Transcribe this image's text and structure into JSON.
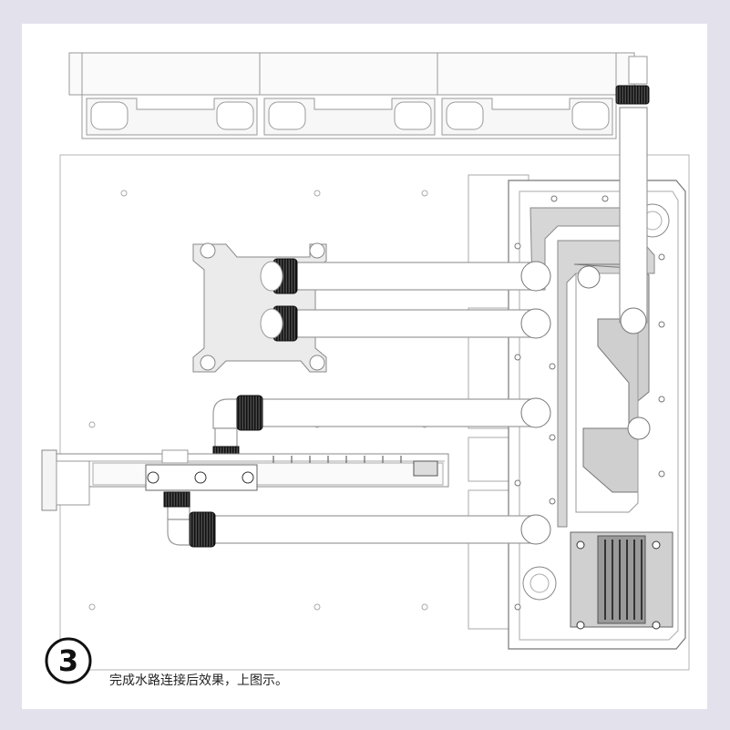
{
  "step": {
    "number": "3",
    "caption": "完成水路连接后效果，上图示。"
  },
  "colors": {
    "background": "#e3e1ec",
    "panel": "#ffffff",
    "line": "#8a8a8a",
    "metal": "#cfcfcf",
    "fitting": "#333333"
  },
  "icons": [
    "radiator-fans",
    "cpu-block",
    "gpu-card",
    "distribution-plate",
    "pump-module",
    "tubing",
    "fittings"
  ]
}
